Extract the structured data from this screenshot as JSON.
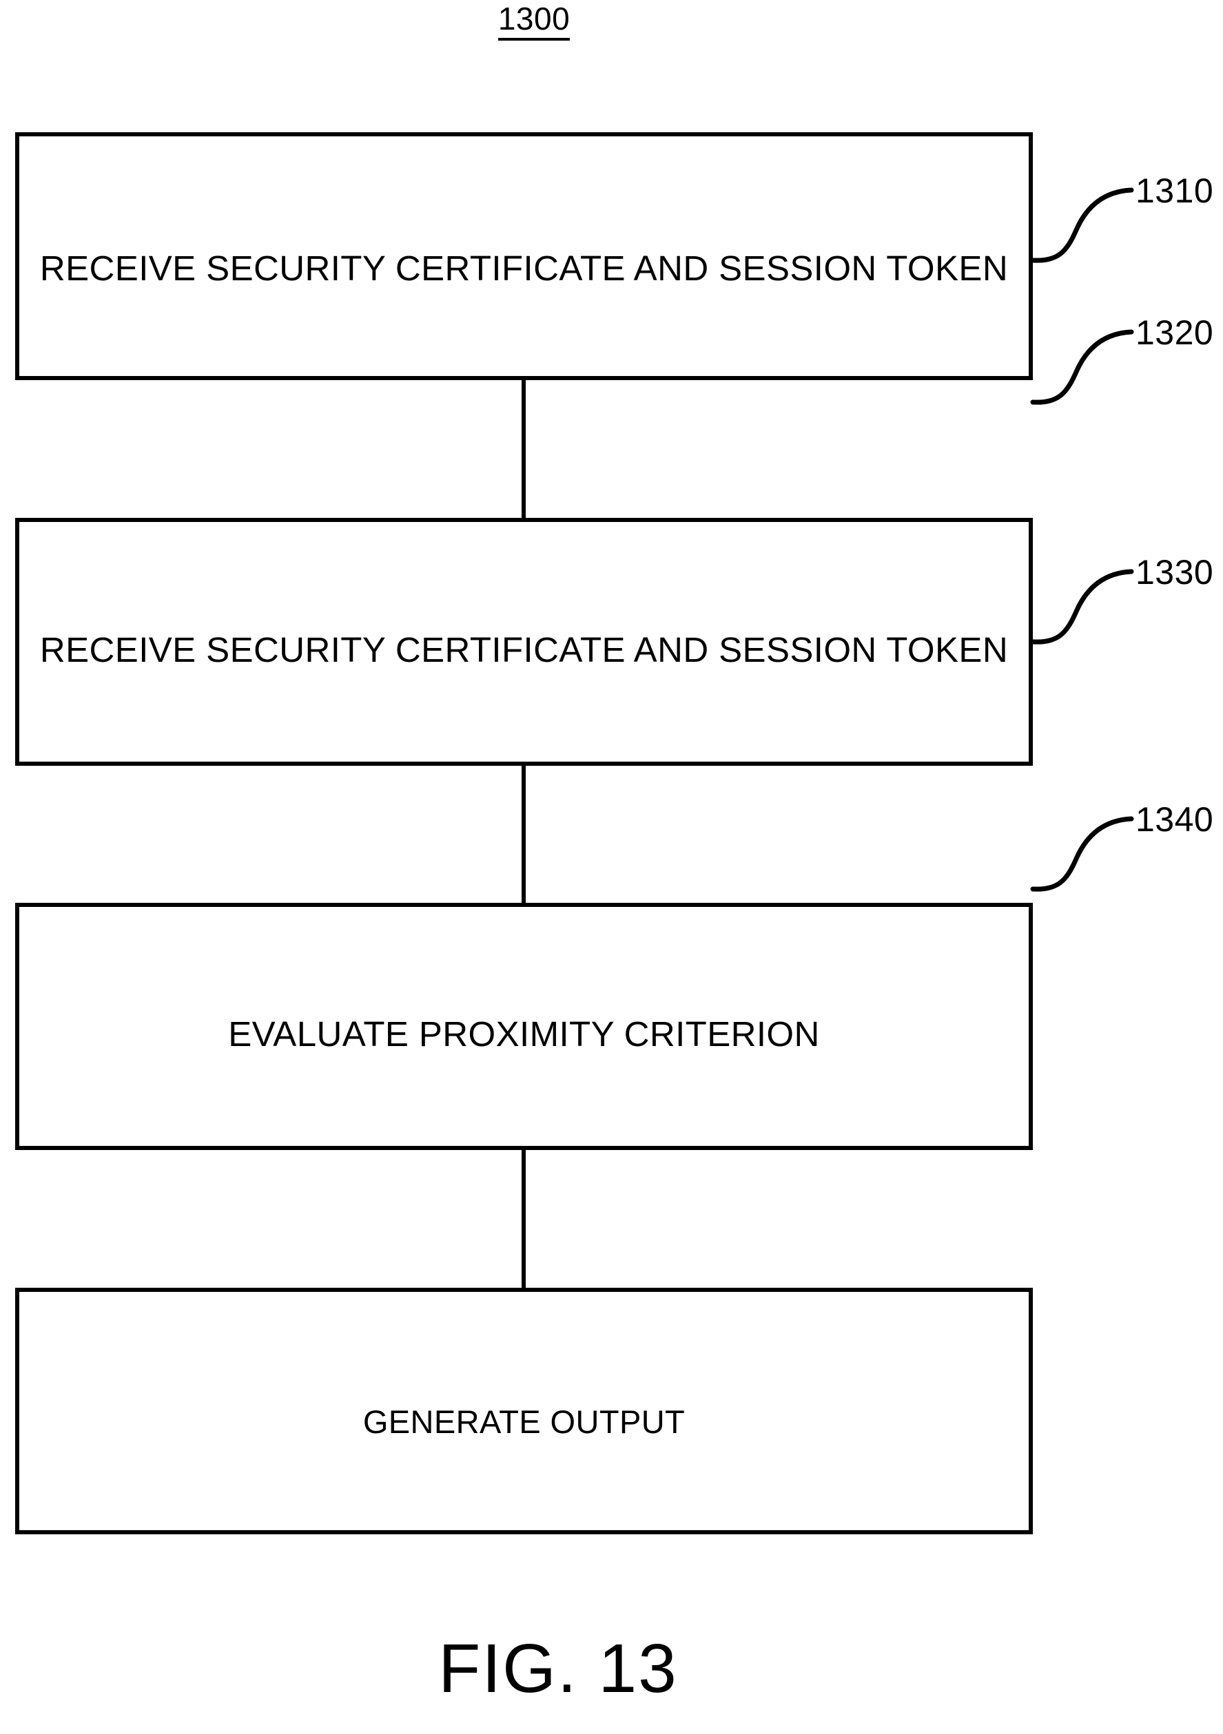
{
  "figure": {
    "number_top": "1300",
    "caption": "FIG. 13"
  },
  "flowchart": {
    "type": "flowchart",
    "orientation": "vertical",
    "steps": [
      {
        "ref": "1310",
        "text": "RECEIVE SECURITY CERTIFICATE AND SESSION TOKEN"
      },
      {
        "ref": "1320",
        "text": "RECEIVE SECURITY CERTIFICATE AND SESSION TOKEN"
      },
      {
        "ref": "1330",
        "text": "EVALUATE PROXIMITY CRITERION"
      },
      {
        "ref": "1340",
        "text": "GENERATE OUTPUT"
      }
    ]
  },
  "colors": {
    "stroke": "#000000",
    "background": "#ffffff"
  }
}
